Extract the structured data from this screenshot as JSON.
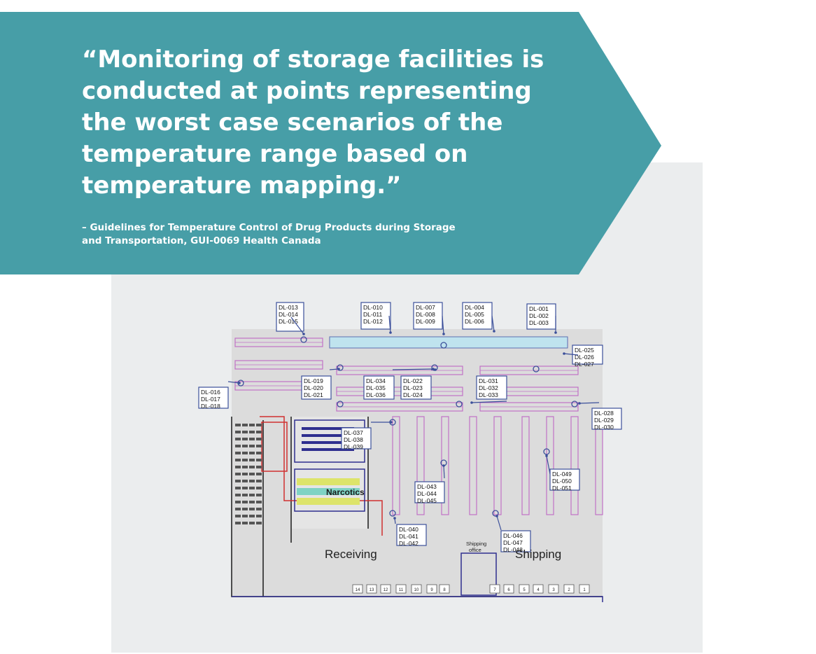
{
  "quote": {
    "line1": "“Monitoring of storage facilities is",
    "line2": "conducted at points representing",
    "line3": "the worst case scenarios of the",
    "line4": "temperature range based on",
    "line5": "temperature mapping.”"
  },
  "attribution": {
    "line1": "– Guidelines for Temperature Control of Drug Products during Storage",
    "line2": "and Transportation, GUI-0069 Health Canada"
  },
  "colors": {
    "banner": "#479ea7",
    "panel": "#ebedee",
    "rack": "#c071c6",
    "label_border": "#3b4f9a"
  },
  "floor_plan": {
    "areas": {
      "narcotics": "Narcotics",
      "receiving": "Receiving",
      "shipping": "Shipping",
      "shipping_office_1": "Shipping",
      "shipping_office_2": "office"
    },
    "logger_groups": [
      [
        "DL-013",
        "DL-014",
        "DL-015"
      ],
      [
        "DL-010",
        "DL-011",
        "DL-012"
      ],
      [
        "DL-007",
        "DL-008",
        "DL-009"
      ],
      [
        "DL-004",
        "DL-005",
        "DL-006"
      ],
      [
        "DL-001",
        "DL-002",
        "DL-003"
      ],
      [
        "DL-025",
        "DL-026",
        "DL-027"
      ],
      [
        "DL-016",
        "DL-017",
        "DL-018"
      ],
      [
        "DL-019",
        "DL-020",
        "DL-021"
      ],
      [
        "DL-034",
        "DL-035",
        "DL-036"
      ],
      [
        "DL-022",
        "DL-023",
        "DL-024"
      ],
      [
        "DL-031",
        "DL-032",
        "DL-033"
      ],
      [
        "DL-028",
        "DL-029",
        "DL-030"
      ],
      [
        "DL-037",
        "DL-038",
        "DL-039"
      ],
      [
        "DL-043",
        "DL-044",
        "DL-045"
      ],
      [
        "DL-049",
        "DL-050",
        "DL-051"
      ],
      [
        "DL-040",
        "DL-041",
        "DL-042"
      ],
      [
        "DL-046",
        "DL-047",
        "DL-048"
      ]
    ],
    "dock_doors": [
      "14",
      "13",
      "12",
      "11",
      "10",
      "9",
      "8",
      "7",
      "6",
      "5",
      "4",
      "3",
      "2",
      "1"
    ]
  }
}
